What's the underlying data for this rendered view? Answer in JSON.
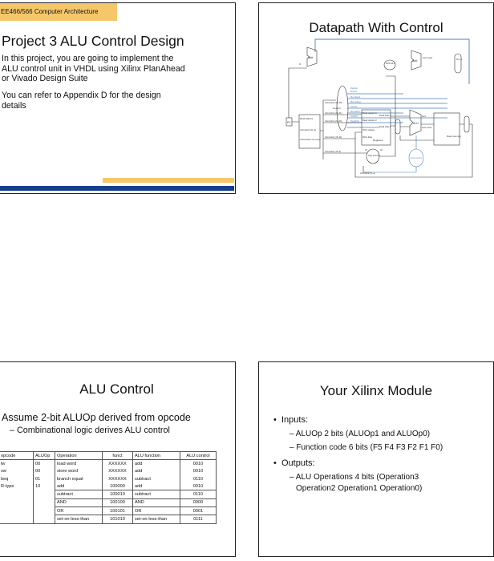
{
  "slide1": {
    "course": "EE466/566 Computer Architecture",
    "title": "Project 3 ALU Control Design",
    "para1": [
      "In this project, you are going to implement the",
      "ALU control unit in VHDL using Xilinx PlanAhead",
      "or Vivado Design Suite"
    ],
    "para2": [
      "You can refer to Appendix D for the design",
      "details"
    ]
  },
  "slide2": {
    "title": "Datapath With Control",
    "labels": {
      "pc": "PC",
      "add1": "Add",
      "add2": "Add",
      "four": "4",
      "shift": "Shift left 2",
      "alu_result": "ALU result",
      "imem": "Instruction memory",
      "read_addr": "Read address",
      "instr": "Instruction [31–0]",
      "i3126": "Instruction [31–26]",
      "i2521": "Instruction [25–21]",
      "i2016": "Instruction [20–16]",
      "i1511": "Instruction [15–11]",
      "i150": "Instruction [15–0]",
      "i50": "Instruction [5–0]",
      "control": "Control",
      "regs": "Registers",
      "rr1": "Read register 1",
      "rr2": "Read register 2",
      "wr": "Write register",
      "wd": "Write data",
      "rd1": "Read data 1",
      "rd2": "Read data 2",
      "sign": "Sign extend",
      "n16": "16",
      "n32": "32",
      "alu": "ALU",
      "zero": "Zero",
      "dmem": "Data memory",
      "alucontrol": "ALU control",
      "mux": "M u x",
      "ctrl_signals": [
        "RegDst",
        "Branch",
        "MemRead",
        "MemtoReg",
        "ALUOp",
        "MemWrite",
        "ALUSrc",
        "RegWrite"
      ]
    }
  },
  "slide3": {
    "title": "ALU Control",
    "line1": "Assume 2-bit ALUOp derived from opcode",
    "line2": "– Combinational logic derives ALU control",
    "table": {
      "headers": [
        "opcode",
        "ALUOp",
        "Operation",
        "funct",
        "ALU function",
        "ALU control"
      ],
      "rows": [
        [
          "lw",
          "00",
          "load word",
          "XXXXXX",
          "add",
          "0010"
        ],
        [
          "sw",
          "00",
          "store word",
          "XXXXXX",
          "add",
          "0010"
        ],
        [
          "beq",
          "01",
          "branch equal",
          "XXXXXX",
          "subtract",
          "0110"
        ],
        [
          "R-type",
          "10",
          "add",
          "100000",
          "add",
          "0010"
        ],
        [
          "",
          "",
          "subtract",
          "100010",
          "subtract",
          "0110"
        ],
        [
          "",
          "",
          "AND",
          "100100",
          "AND",
          "0000"
        ],
        [
          "",
          "",
          "OR",
          "100101",
          "OR",
          "0001"
        ],
        [
          "",
          "",
          "set-on-less-than",
          "101010",
          "set-on-less-than",
          "0111"
        ]
      ]
    }
  },
  "slide4": {
    "title": "Your Xilinx Module",
    "bullet_symbol": "•",
    "inputs": "Inputs:",
    "in1": "– ALUOp 2 bits (ALUOp1 and ALUOp0)",
    "in2": "– Function code 6 bits (F5 F4 F3 F2 F1 F0)",
    "outputs": "Outputs:",
    "out1a": "– ALU Operations 4 bits (Operation3",
    "out1b": "Operation2 Operation1 Operation0)"
  },
  "colors": {
    "accent_gold": "#f6c76a",
    "accent_blue": "#133e8a",
    "control_blue": "#4a7fc1"
  }
}
